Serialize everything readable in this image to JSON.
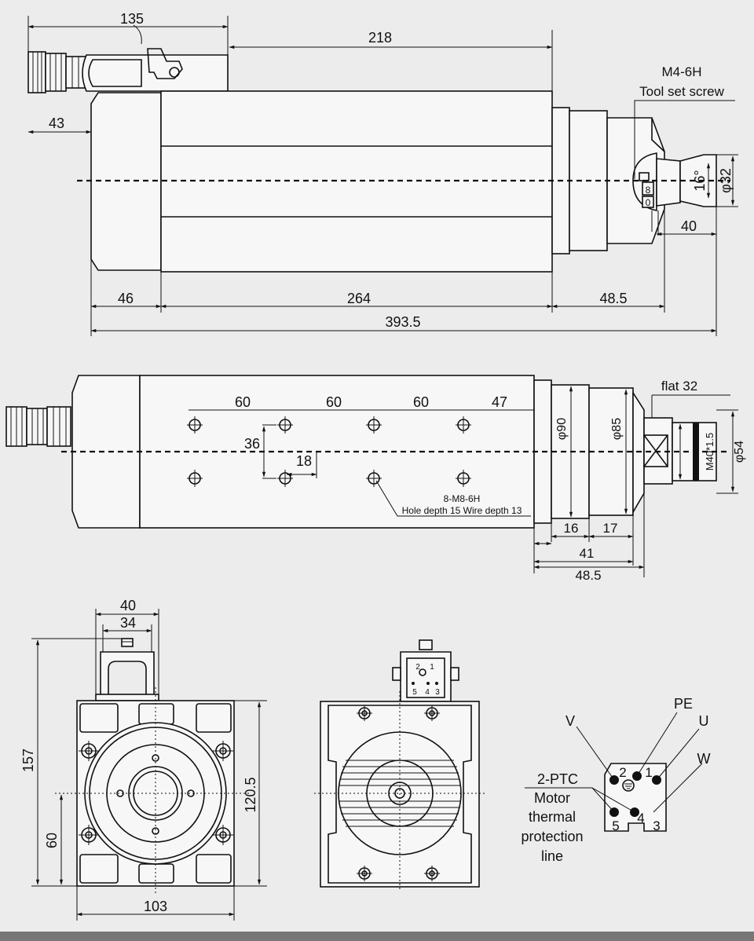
{
  "top_view": {
    "dim_connector_total": "135",
    "dim_body_to_collet": "218",
    "dim_connector_offset": "43",
    "dim_rear_cap": "46",
    "dim_body": "264",
    "dim_front": "48.5",
    "dim_overall": "393.5",
    "dim_collet": "40",
    "dim_cone_angle": "16°",
    "dim_collet_dia": "φ32",
    "screw_spec": "M4-6H",
    "screw_label": "Tool set screw",
    "collet_mark_top": "8",
    "collet_mark_bottom": "0"
  },
  "side_view": {
    "hole_spacing": [
      "60",
      "60",
      "60",
      "47"
    ],
    "hole_vertical_spacing": "36",
    "hole_offset": "18",
    "hole_spec": "8-M8-6H",
    "hole_note": "Hole depth 15 Wire depth 13",
    "dia_body": "φ90",
    "dia_nose": "φ85",
    "dia_nut": "φ54",
    "thread": "M40*1.5",
    "flat": "flat 32",
    "dim_16": "16",
    "dim_17": "17",
    "dim_41": "41",
    "dim_48_5": "48.5"
  },
  "front_view": {
    "dim_connector_outer": "40",
    "dim_connector_inner": "34",
    "dim_height": "157",
    "dim_flange": "120.5",
    "dim_center_height": "60",
    "dim_width": "103"
  },
  "wiring": {
    "pin_labels": [
      "V",
      "PE",
      "U",
      "W"
    ],
    "pin_numbers": [
      "2",
      "1",
      "5",
      "4",
      "3"
    ],
    "ptc_label": "2-PTC",
    "ptc_desc": [
      "Motor",
      "thermal",
      "protection",
      "line"
    ]
  },
  "colors": {
    "background": "#ececec",
    "line": "#111111",
    "footer_bar": "#777777"
  }
}
